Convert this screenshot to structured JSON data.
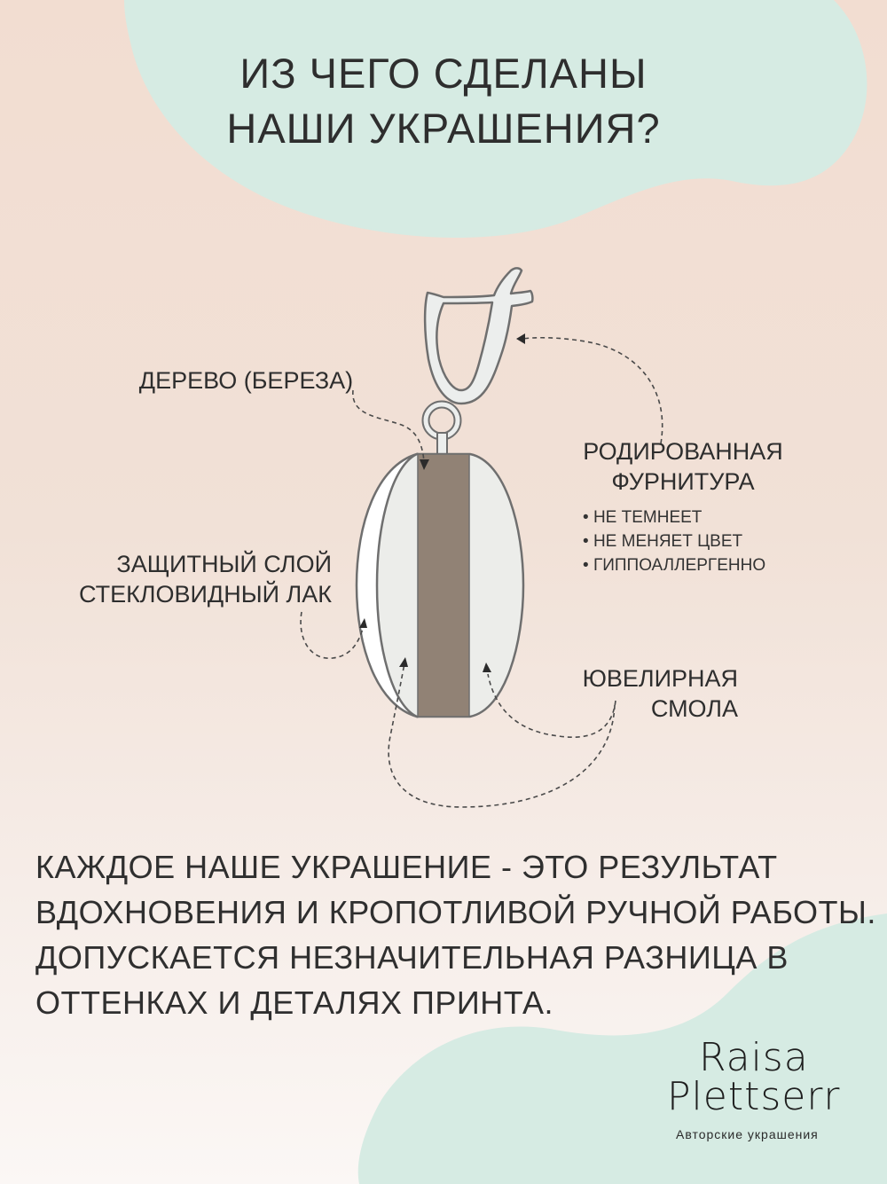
{
  "title": {
    "line1": "ИЗ ЧЕГО СДЕЛАНЫ",
    "line2": "НАШИ УКРАШЕНИЯ?"
  },
  "labels": {
    "wood": "ДЕРЕВО (БЕРЕЗА)",
    "coating_line1": "ЗАЩИТНЫЙ СЛОЙ",
    "coating_line2": "СТЕКЛОВИДНЫЙ ЛАК",
    "fittings_line1": "РОДИРОВАННАЯ",
    "fittings_line2": "ФУРНИТУРА",
    "resin_line1": "ЮВЕЛИРНАЯ",
    "resin_line2": "СМОЛА"
  },
  "fittings_bullets": [
    "НЕ ТЕМНЕЕТ",
    "НЕ МЕНЯЕТ ЦВЕТ",
    "ГИППОАЛЛЕРГЕННО"
  ],
  "bottom_text": {
    "line1": "КАЖДОЕ НАШЕ УКРАШЕНИЕ - ЭТО  РЕЗУЛЬТАТ",
    "line2": "ВДОХНОВЕНИЯ И КРОПОТЛИВОЙ РУЧНОЙ РАБОТЫ.",
    "line3": "ДОПУСКАЕТСЯ НЕЗНАЧИТЕЛЬНАЯ РАЗНИЦА В",
    "line4": "ОТТЕНКАХ И ДЕТАЛЯХ ПРИНТА."
  },
  "logo": {
    "line1": "Raisa",
    "line2": "Plettserr",
    "tagline": "Авторские украшения"
  },
  "colors": {
    "mint": "#d6ebe3",
    "peach_background": "#f2ddd1",
    "wood_stripe": "#918275",
    "resin": "#ecedea",
    "outline": "#6f6f6f"
  }
}
